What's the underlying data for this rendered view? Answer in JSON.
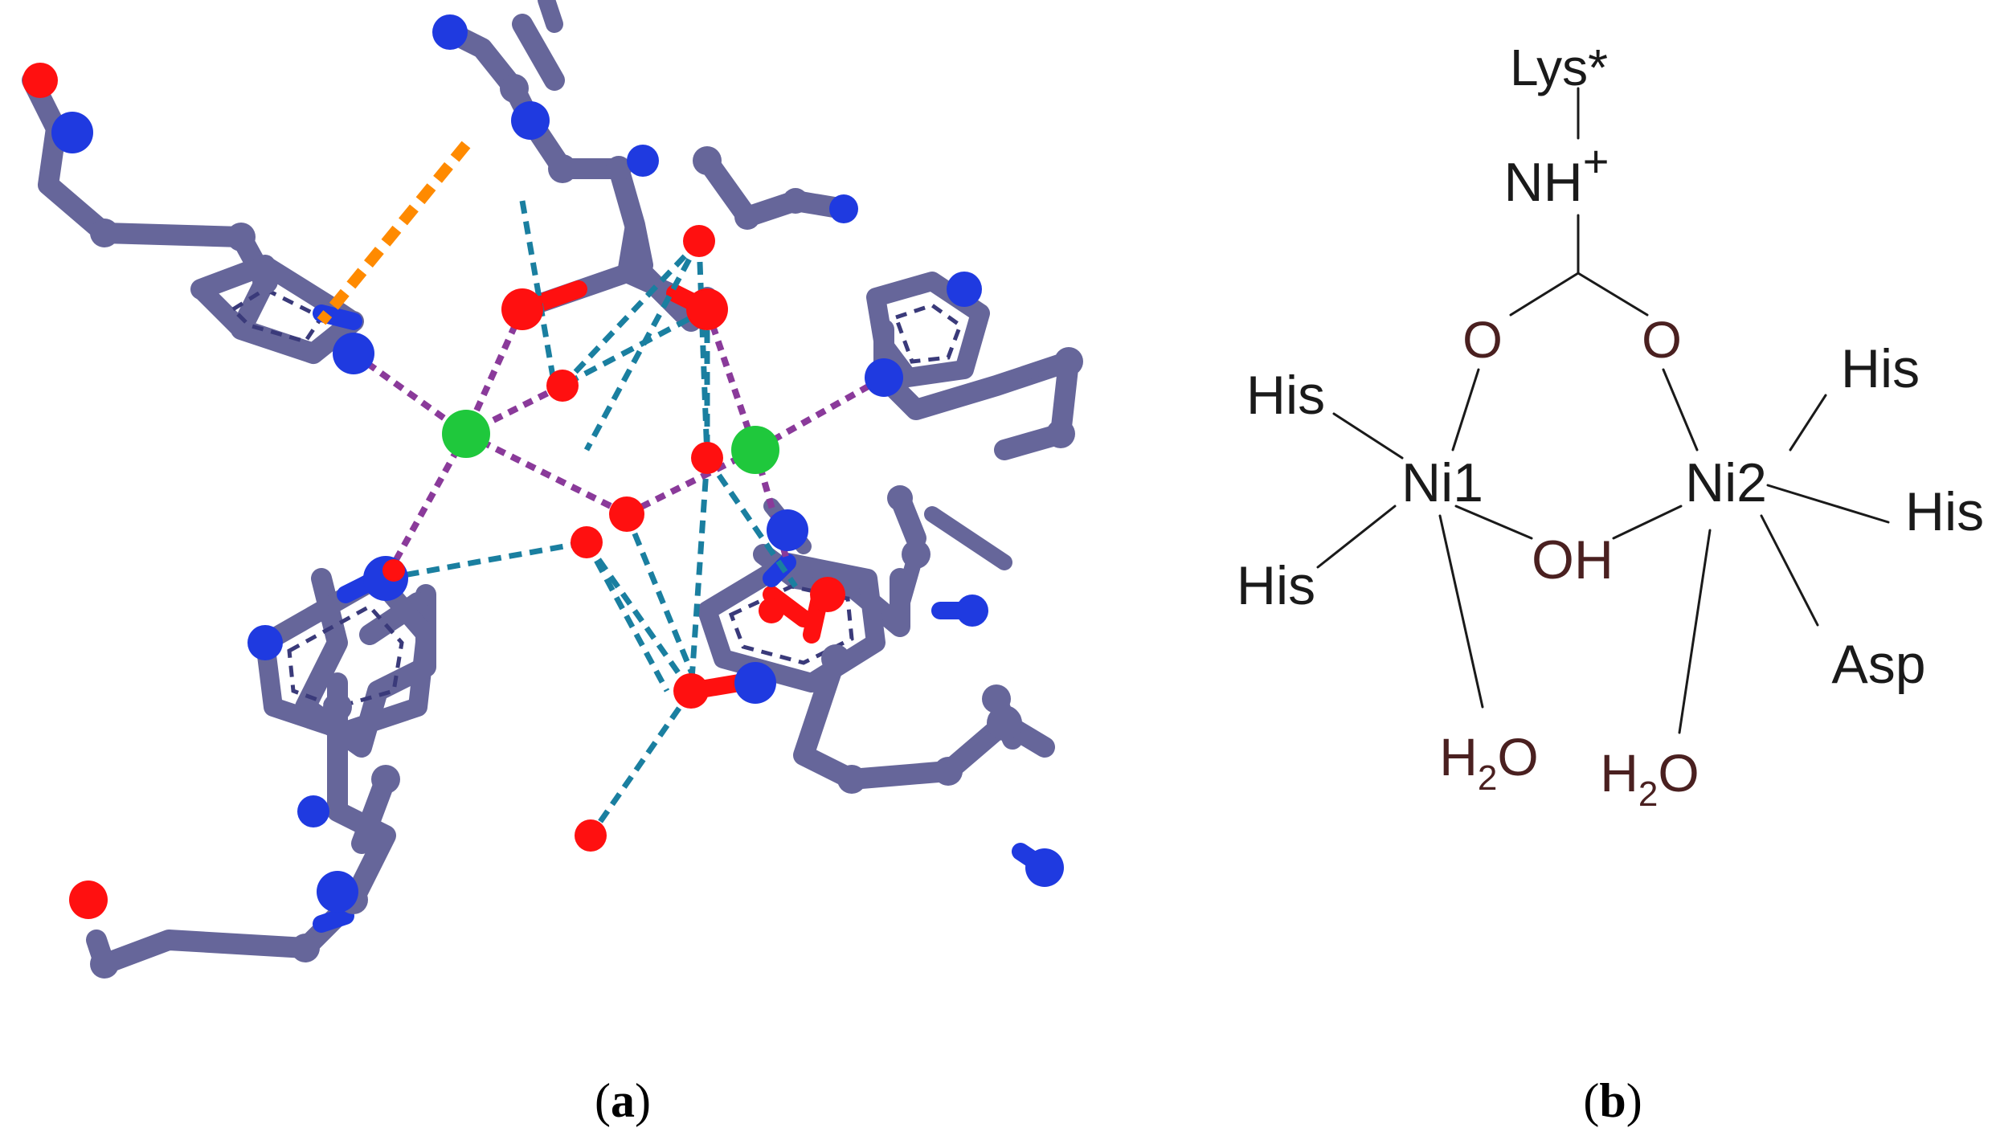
{
  "panels": [
    {
      "label_open": "(",
      "label_letter": "a",
      "label_close": ")"
    },
    {
      "label_open": "(",
      "label_letter": "b",
      "label_close": ")"
    }
  ],
  "colors": {
    "carbon": "#66669a",
    "nitrogen": "#1f3ae0",
    "oxygen": "#ff1010",
    "nickel": "#1fc83c",
    "metal_contact": "#8a3a9a",
    "hydrogen_bond": "#1a7fa0",
    "stacking": "#ff8a00"
  },
  "schematic": {
    "lys": "Lys*",
    "nh_plus": "NH+",
    "o_left": "O",
    "o_right": "O",
    "ni1": "Ni1",
    "ni2": "Ni2",
    "oh": "OH",
    "his_ni1_top": "His",
    "his_ni1_bottom": "His",
    "his_ni2_top": "His",
    "his_ni2_right": "His",
    "asp": "Asp",
    "h2o_left": "H2O",
    "h2o_right": "H2O"
  }
}
